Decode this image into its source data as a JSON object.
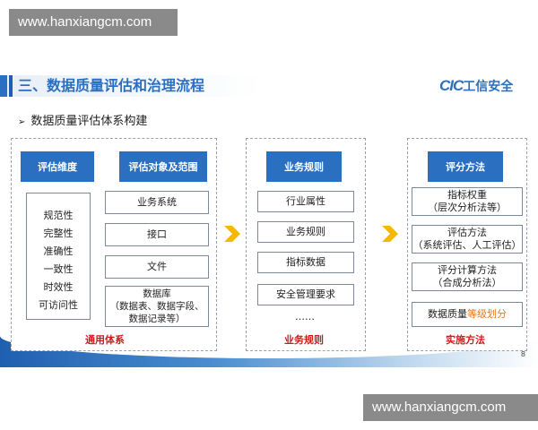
{
  "watermark": {
    "top": "www.hanxiangcm.com",
    "bottom": "www.hanxiangcm.com"
  },
  "slide": {
    "title": "三、数据质量评估和治理流程",
    "logo_latin": "CIC",
    "logo_cn": "工信安全",
    "subtitle": "数据质量评估体系构建",
    "page_number": "8",
    "panel1": {
      "header_a": "评估维度",
      "header_b": "评估对象及范围",
      "dimensions": [
        "规范性",
        "完整性",
        "准确性",
        "一致性",
        "时效性",
        "可访问性"
      ],
      "objects": [
        "业务系统",
        "接口",
        "文件",
        "数据库\n（数据表、数据字段、数据记录等）"
      ],
      "footer": "通用体系"
    },
    "panel2": {
      "header": "业务规则",
      "items": [
        "行业属性",
        "业务规则",
        "指标数据",
        "安全管理要求"
      ],
      "ellipsis": "……",
      "footer": "业务规则"
    },
    "panel3": {
      "header": "评分方法",
      "items": [
        "指标权重\n（层次分析法等）",
        "评估方法\n（系统评估、人工评估）",
        "评分计算方法\n（合成分析法）"
      ],
      "last_item_prefix": "数据质量",
      "last_item_highlight": "等级划分",
      "footer": "实施方法"
    }
  }
}
